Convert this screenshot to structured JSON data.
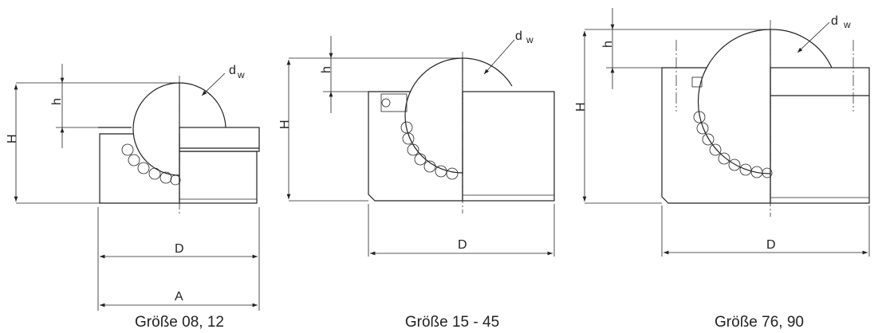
{
  "figures": [
    {
      "caption": "Größe 08, 12",
      "labels": {
        "H": "H",
        "h": "h",
        "dw": "d",
        "dw_sub": "w",
        "D": "D",
        "A": "A"
      }
    },
    {
      "caption": "Größe 15 - 45",
      "labels": {
        "H": "H",
        "h": "h",
        "dw": "d",
        "dw_sub": "w",
        "D": "D"
      }
    },
    {
      "caption": "Größe 76, 90",
      "labels": {
        "H": "H",
        "h": "h",
        "dw": "d",
        "dw_sub": "w",
        "D": "D"
      }
    }
  ]
}
